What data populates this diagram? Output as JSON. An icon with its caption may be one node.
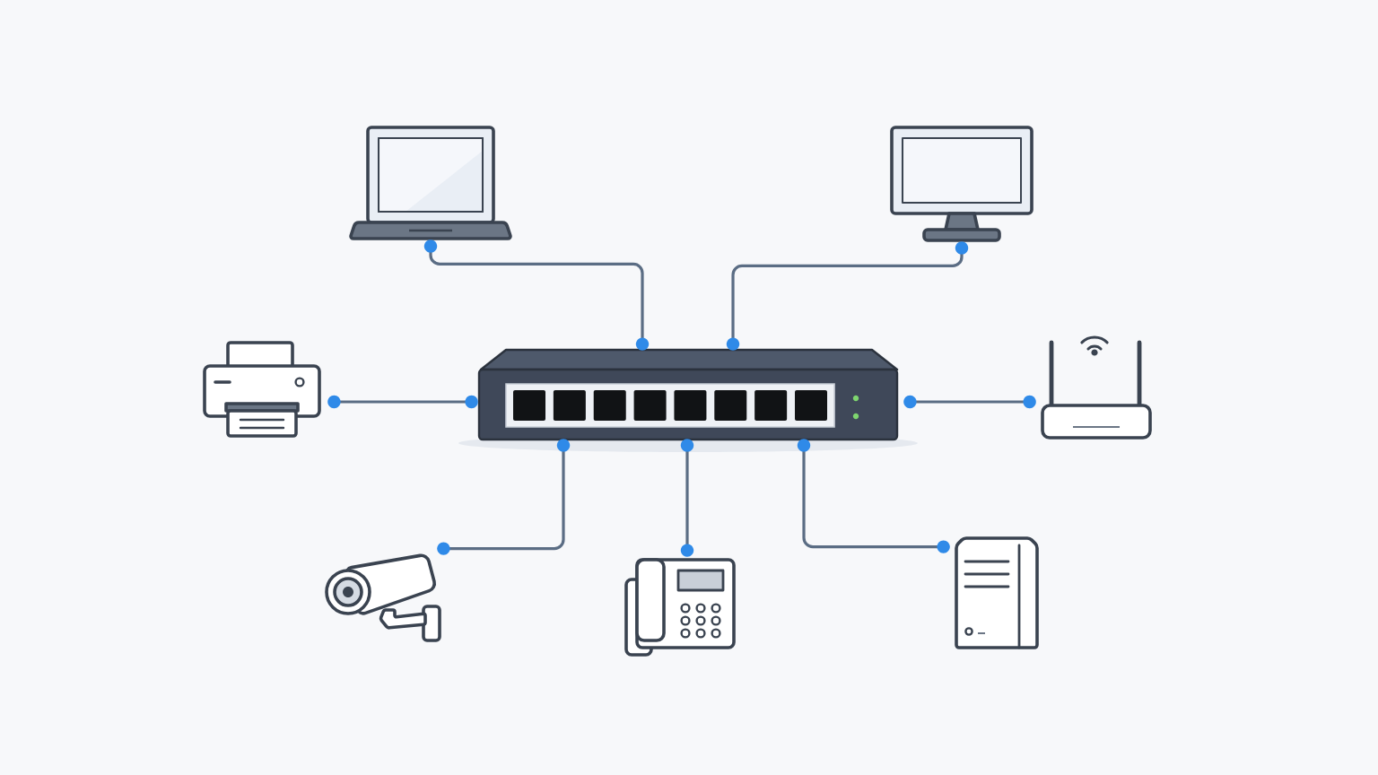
{
  "diagram": {
    "nodes": [
      {
        "text": [],
        "shape": "picture"
      },
      {
        "text": [],
        "shape": "picture"
      },
      {
        "text": [],
        "shape": "picture"
      },
      {
        "text": [],
        "shape": "picture"
      },
      {
        "text": [],
        "shape": "picture"
      },
      {
        "text": [],
        "shape": "picture"
      },
      {
        "text": [],
        "shape": "picture"
      },
      {
        "text": [],
        "shape": "picture"
      }
    ],
    "edges": [
      {
        "from": 3,
        "to": 0,
        "arrow": "other"
      },
      {
        "from": 3,
        "to": 1,
        "arrow": "other"
      },
      {
        "from": 3,
        "to": 2,
        "arrow": "other"
      },
      {
        "from": 3,
        "to": 4,
        "arrow": "other"
      },
      {
        "from": 3,
        "to": 5,
        "arrow": "other"
      },
      {
        "from": 3,
        "to": 6,
        "arrow": "other"
      },
      {
        "from": 3,
        "to": 7,
        "arrow": "other"
      }
    ]
  }
}
